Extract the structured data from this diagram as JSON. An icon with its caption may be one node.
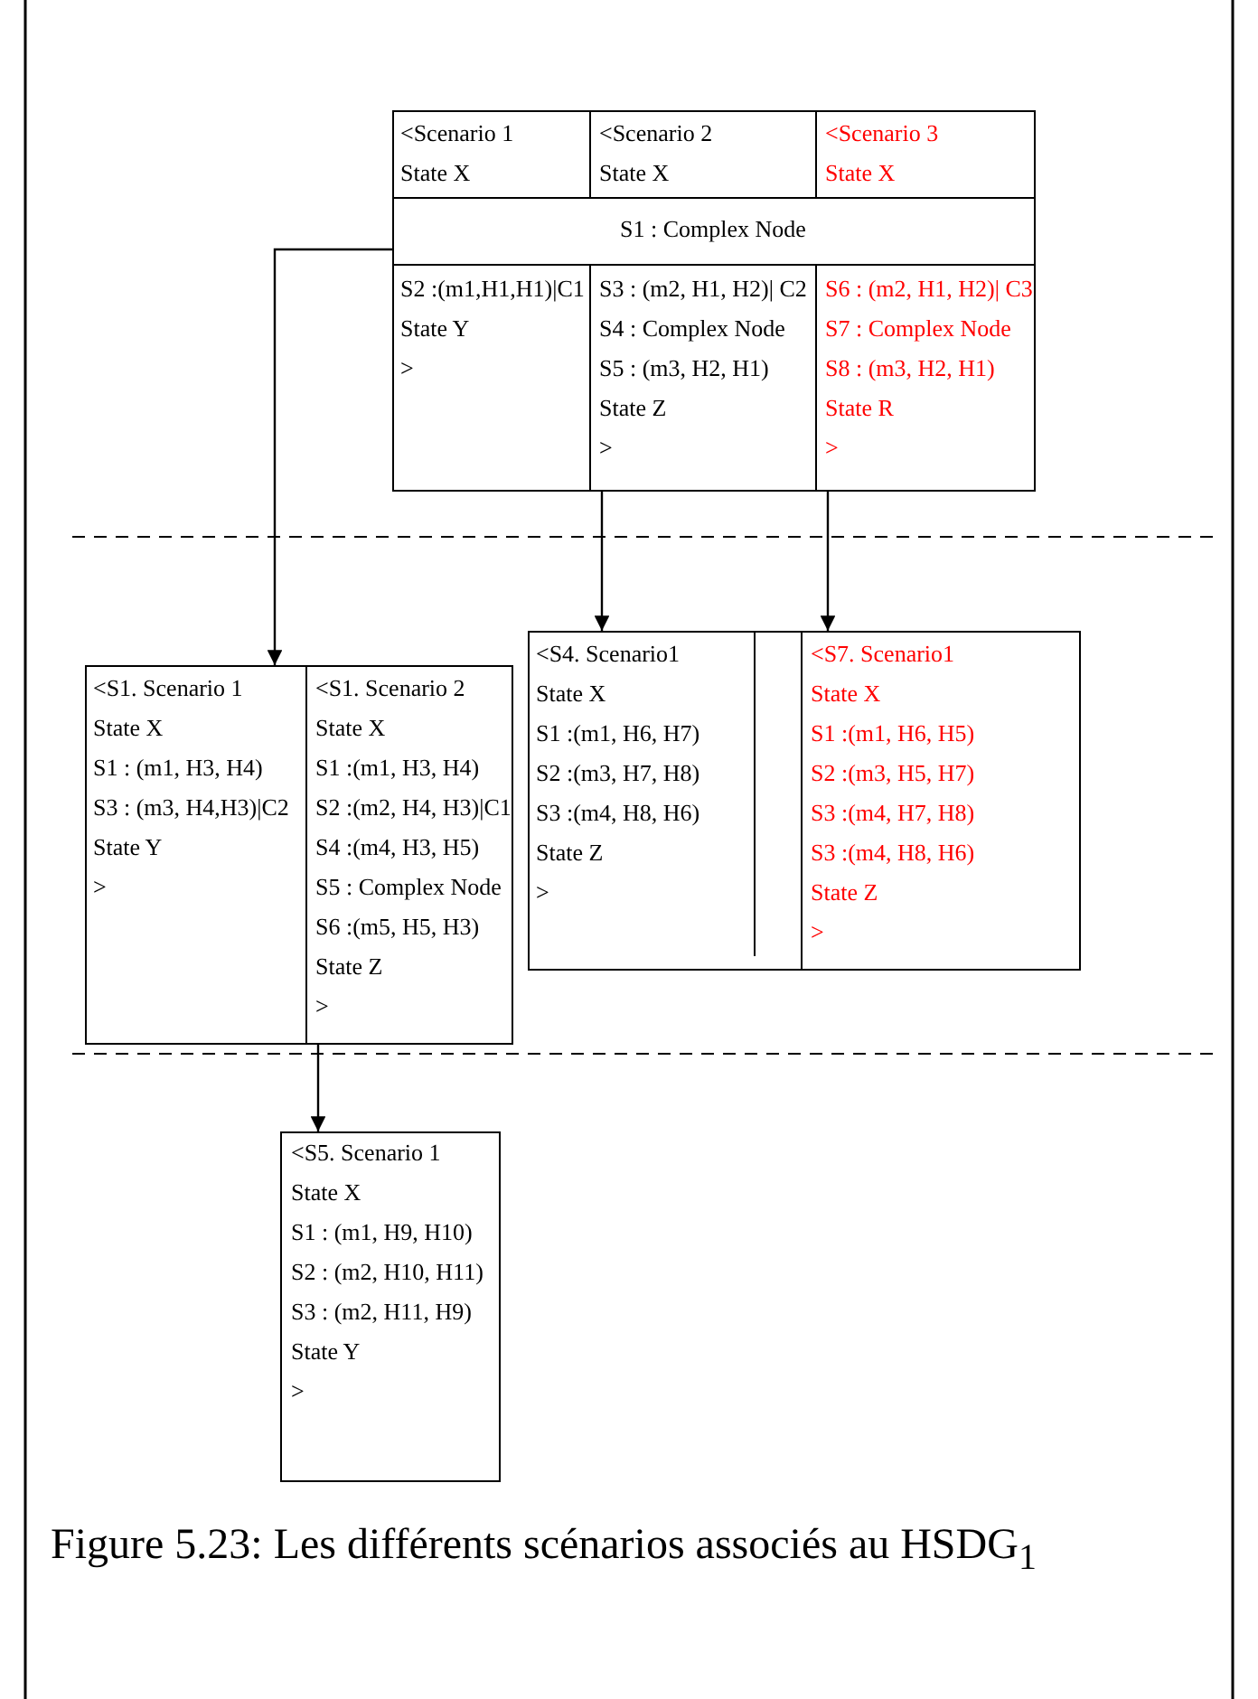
{
  "diagram": {
    "caption": "Figure 5.23: Les différents scénarios associés au HSDG$_{1}$",
    "nodes": [
      {
        "text": [],
        "shape": "box"
      },
      {
        "text": [
          "<Scenario 1",
          "State X"
        ],
        "in": 0
      },
      {
        "text": [
          "<Scenario 2",
          "State X"
        ],
        "in": 0
      },
      {
        "text": [
          "<Scenario 3",
          "State X"
        ],
        "in": 0
      },
      {
        "text": [
          "S1 : Complex Node"
        ],
        "in": 0
      },
      {
        "text": [
          "S2 :(m1,H1,H1)|C1",
          "State Y",
          ">"
        ],
        "in": 0
      },
      {
        "text": [
          "S3 : (m2, H1, H2)| C2",
          "S4 : Complex Node",
          "S5 : (m3, H2, H1)",
          "State Z",
          ">"
        ],
        "in": 0
      },
      {
        "text": [
          "S6 : (m2, H1, H2)| C3",
          "S7 : Complex Node",
          "S8 : (m3, H2, H1)",
          "State R",
          ">"
        ],
        "in": 0
      },
      {
        "text": [],
        "shape": "box"
      },
      {
        "text": [
          "<S1. Scenario 1",
          "State X",
          "S1 : (m1, H3, H4)",
          "S3 : (m3, H4,H3)|C2",
          "State Y",
          ">"
        ],
        "in": 8
      },
      {
        "text": [
          "<S1. Scenario 2",
          "State X",
          "S1 :(m1, H3, H4)",
          "S2 :(m2, H4, H3)|C1",
          "S4 :(m4, H3, H5)",
          "S5 : Complex Node",
          "S6 :(m5, H5, H3)",
          "State Z",
          ">"
        ],
        "in": 8
      },
      {
        "text": [],
        "shape": "box"
      },
      {
        "text": [
          "<S4. Scenario1",
          "State X",
          "S1 :(m1, H6, H7)",
          "S2 :(m3, H7, H8)",
          "S3 :(m4, H8, H6)",
          "State Z",
          ">"
        ],
        "in": 11
      },
      {
        "text": [
          "<S7. Scenario1",
          "State X",
          "S1 :(m1, H6, H5)",
          "S2 :(m3, H5, H7)",
          "S3 :(m4, H7, H8)",
          "S3 :(m4, H8, H6)",
          "State Z",
          ">"
        ],
        "in": 11
      },
      {
        "text": [
          "<S5. Scenario 1",
          "State X",
          "S1 : (m1, H9, H10)",
          "S2 : (m2, H10, H11)",
          "S3 : (m2, H11, H9)",
          "State Y",
          ">"
        ]
      }
    ],
    "edges": [
      {
        "from": 4,
        "to": 8,
        "arrow": "to"
      },
      {
        "from": 6,
        "to": 12,
        "arrow": "to"
      },
      {
        "from": 7,
        "to": 13,
        "arrow": "to"
      },
      {
        "from": 10,
        "to": 14,
        "arrow": "to"
      }
    ]
  }
}
